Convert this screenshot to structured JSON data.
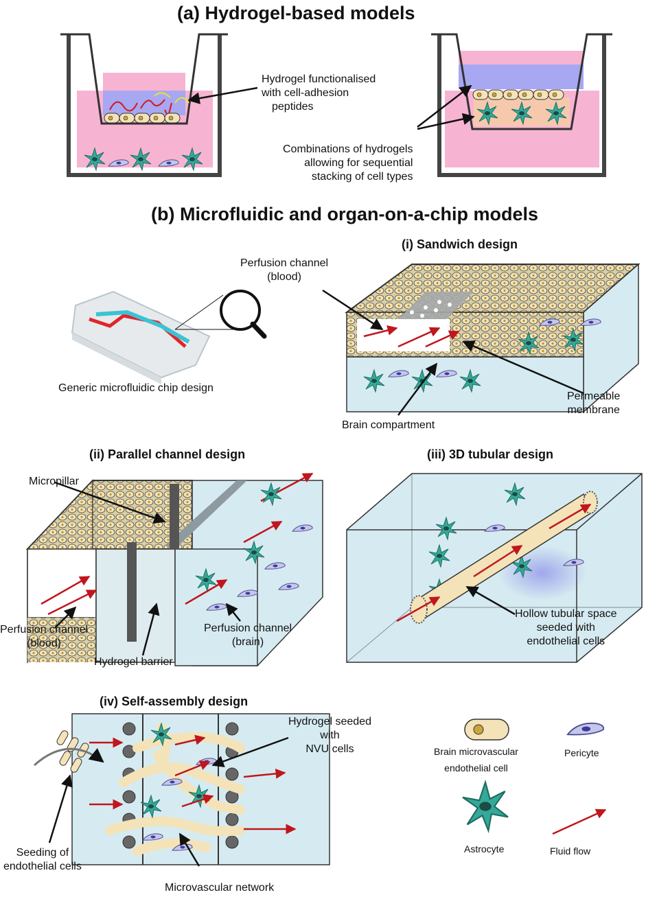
{
  "section_a": {
    "title": "(a) Hydrogel-based models",
    "label_hydrogel": [
      "Hydrogel functionalised",
      "with cell-adhesion",
      "peptides"
    ],
    "label_combinations": [
      "Combinations of hydrogels",
      "allowing for sequential",
      "stacking of cell types"
    ]
  },
  "section_b": {
    "title": "(b) Microfluidic and organ-on-a-chip models",
    "generic_chip": "Generic microfluidic chip design",
    "sandwich": {
      "title": "(i) Sandwich design",
      "perfusion": [
        "Perfusion channel",
        "(blood)"
      ],
      "brain": "Brain compartment",
      "membrane": [
        "Permeable",
        "membrane"
      ]
    },
    "parallel": {
      "title": "(ii) Parallel channel design",
      "micropillar": "Micropillar",
      "perfusion_blood": [
        "Perfusion channel",
        "(blood)"
      ],
      "hydrogel_barrier": "Hydrogel barrier",
      "perfusion_brain": [
        "Perfusion channel",
        "(brain)"
      ]
    },
    "tubular": {
      "title": "(iii) 3D tubular design",
      "hollow": [
        "Hollow tubular space",
        "seeded with",
        "endothelial cells"
      ]
    },
    "self_assembly": {
      "title": "(iv) Self-assembly design",
      "hydrogel": [
        "Hydrogel seeded",
        "with",
        "NVU cells"
      ],
      "seeding": [
        "Seeding of",
        "endothelial cells"
      ],
      "network": "Microvascular network"
    },
    "legend": {
      "endothelial": [
        "Brain microvascular",
        "endothelial cell"
      ],
      "pericyte": "Pericyte",
      "astrocyte": "Astrocyte",
      "flow": "Fluid flow"
    }
  },
  "colors": {
    "pink_medium": "#f7b3d2",
    "blue_hydrogel": "#a7a7f2",
    "peach_hydrogel": "#f6c9ad",
    "endothelial": "#f4e3b8",
    "astrocyte": "#35a999",
    "pericyte": "#c6c6ec",
    "flow_arrow": "#c0161d",
    "chamber_fill": "#d6ebf1"
  }
}
